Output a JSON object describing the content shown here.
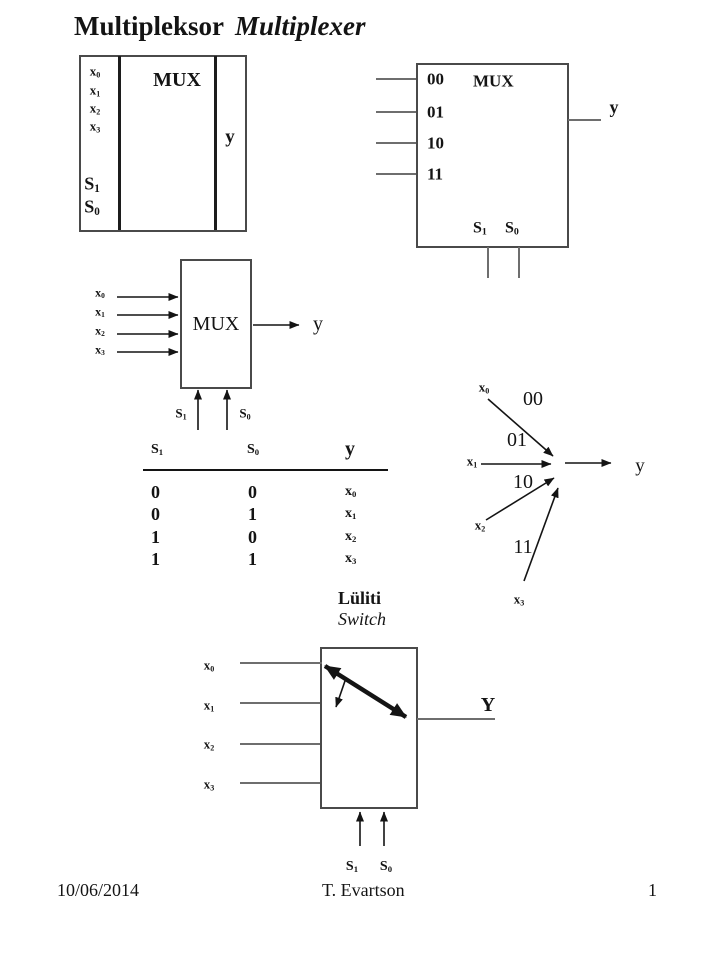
{
  "title": {
    "part1": "Multipleksor",
    "part2": "Multiplexer"
  },
  "labels": {
    "mux": "MUX",
    "y": "y",
    "y_cap": "Y",
    "x0": {
      "base": "x",
      "sub": "0"
    },
    "x1": {
      "base": "x",
      "sub": "1"
    },
    "x2": {
      "base": "x",
      "sub": "2"
    },
    "x3": {
      "base": "x",
      "sub": "3"
    },
    "s1": {
      "base": "S",
      "sub": "1"
    },
    "s0": {
      "base": "S",
      "sub": "0"
    },
    "code_00": "00",
    "code_01": "01",
    "code_10": "10",
    "code_11": "11"
  },
  "truth_table": {
    "rows": [
      {
        "s1": "0",
        "s0": "0",
        "out": {
          "base": "x",
          "sub": "0"
        }
      },
      {
        "s1": "0",
        "s0": "1",
        "out": {
          "base": "x",
          "sub": "1"
        }
      },
      {
        "s1": "1",
        "s0": "0",
        "out": {
          "base": "x",
          "sub": "2"
        }
      },
      {
        "s1": "1",
        "s0": "1",
        "out": {
          "base": "x",
          "sub": "3"
        }
      }
    ]
  },
  "switch_section": {
    "label_estonian": "Lüliti",
    "label_english": "Switch"
  },
  "footer": {
    "date": "10/06/2014",
    "author": "T. Evartson",
    "page": "1"
  },
  "colors": {
    "text": "#141414",
    "wire": "#6e6e6e",
    "border": "#4a4a4a",
    "arrow": "#141414"
  }
}
